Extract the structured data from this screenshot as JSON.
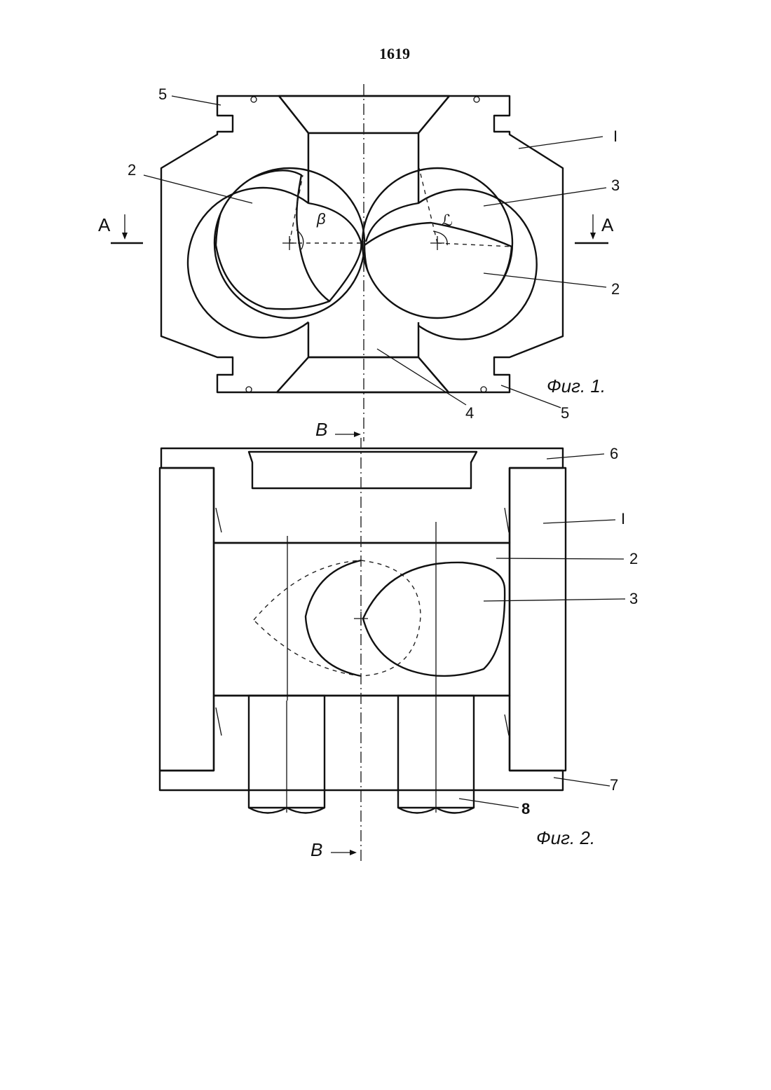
{
  "page": {
    "number": "1619"
  },
  "figure1": {
    "caption": "Фиг. 1.",
    "labels": {
      "housing": "I",
      "rotor_left": "2",
      "rotor_right": "2",
      "cavity": "3",
      "channel": "4",
      "groove_top": "5",
      "groove_bottom": "5",
      "section_left": "A",
      "section_right": "A",
      "angle_beta": "β",
      "angle_alpha": "ℒ"
    }
  },
  "figure2": {
    "caption": "Фиг. 2.",
    "labels": {
      "cover_top": "6",
      "housing": "I",
      "rotor": "2",
      "cavity": "3",
      "cover_bottom": "7",
      "shaft": "8",
      "section_top": "B",
      "section_bottom": "B"
    }
  },
  "colors": {
    "ink": "#111111",
    "paper": "#ffffff"
  }
}
